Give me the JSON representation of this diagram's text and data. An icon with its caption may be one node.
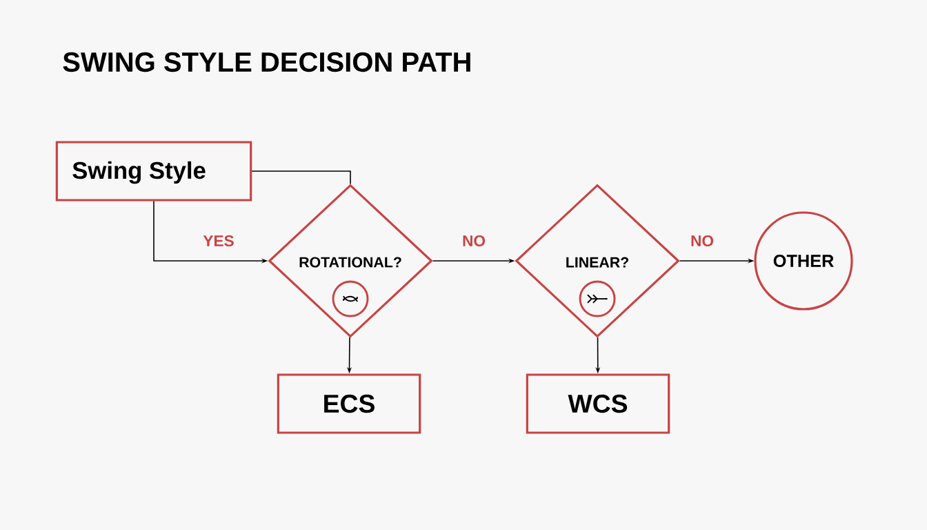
{
  "diagram": {
    "title": "SWING STYLE DECISION PATH",
    "nodes": [
      {
        "text": [
          "Swing Style"
        ]
      },
      {
        "text": [
          "ROTATIONAL?"
        ]
      },
      {
        "text": [
          "LINEAR?"
        ]
      },
      {
        "text": [
          "OTHER"
        ]
      },
      {
        "text": [
          "ECS"
        ]
      },
      {
        "text": [
          "WCS"
        ]
      }
    ],
    "edges": [
      {
        "from": 0,
        "to": 1,
        "arrow": "none"
      },
      {
        "from": 0,
        "to": 1,
        "arrow": "to",
        "label": "YES"
      },
      {
        "from": 1,
        "to": 2,
        "arrow": "to",
        "label": "NO"
      },
      {
        "from": 2,
        "to": 3,
        "arrow": "to",
        "label": "NO"
      },
      {
        "from": 1,
        "to": 4,
        "arrow": "to"
      },
      {
        "from": 2,
        "to": 5,
        "arrow": "to"
      }
    ]
  }
}
